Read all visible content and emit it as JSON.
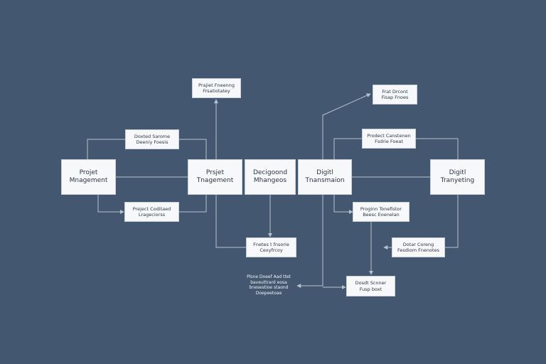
{
  "colors": {
    "background": "#435870",
    "box_fill": "#f7f8f9",
    "connector": "#b9c2cc",
    "text": "#2d3440"
  },
  "nodes": {
    "main_1": {
      "line1": "Projet",
      "line2": "Mnagement"
    },
    "main_2": {
      "line1": "Prsjet",
      "line2": "Tnagement"
    },
    "main_3": {
      "line1": "Decigoond",
      "line2": "Mhangeos"
    },
    "main_4": {
      "line1": "Digitl",
      "line2": "Tnansmaion"
    },
    "main_5": {
      "line1": "Digitl",
      "line2": "Tranyeting"
    },
    "top_1": {
      "line1": "Prajiet Fneenng",
      "line2": "Frsatiotatey"
    },
    "top_2": {
      "line1": "Frat Drcont",
      "line2": "Fisap Fnoes"
    },
    "sub_1": {
      "line1": "Doxted Sarome",
      "line2": "Deeniy Foesis"
    },
    "sub_2": {
      "line1": "Preject Coditaed",
      "line2": "Lrageciorss"
    },
    "sub_3": {
      "line1": "Fnetes t fnsorie",
      "line2": "Cexyfrcoy"
    },
    "sub_4": {
      "line1": "Prodect Canstenen",
      "line2": "Fsdrie Foeat"
    },
    "sub_5": {
      "line1": "Proginn Tonefistor",
      "line2": "Beesc Eoenelan"
    },
    "sub_6": {
      "line1": "Dotar Coreng",
      "line2": "Fesdiom Fnenotes"
    },
    "sub_7": {
      "line1": "Dosdt Scnner",
      "line2": "Fusp boxt"
    }
  },
  "note": {
    "line1": "Plsne Doeef Aad ttet",
    "line2": "baveuttrard eosa",
    "line3": "bnesestioe staond",
    "line4": "Doepeetoae"
  }
}
